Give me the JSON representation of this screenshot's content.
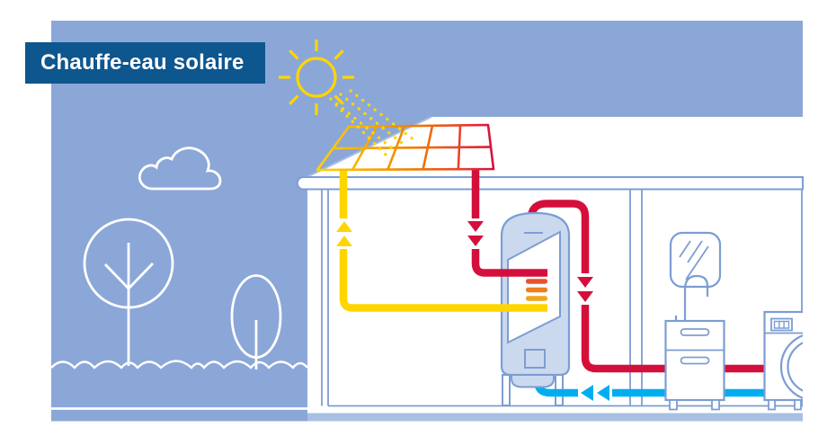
{
  "banner": {
    "label": "Chauffe-eau solaire"
  },
  "colors": {
    "banner_bg": "#0E568E",
    "banner_text": "#FFFFFF",
    "sky": "#8BA7D8",
    "outline": "#7D9DD2",
    "outline_light": "#A9BFE3",
    "scenery_line": "#FFFFFF",
    "sun_yellow": "#FFD500",
    "solar_cold_pipe": "#FFD500",
    "solar_hot_pipe": "#D50F3C",
    "hot_water_pipe": "#D50F3C",
    "cold_water_pipe": "#00AEEF",
    "tank_fill": "#CBD9EF",
    "tank_window": "#FFFFFF",
    "slab": "#A9BFE3",
    "exchanger_bars": [
      "#D50F3C",
      "#E8542B",
      "#F07D1E",
      "#F2A41C",
      "#FFD500"
    ],
    "panel_gradient": [
      "#FFD500",
      "#F7A600",
      "#EF7D00",
      "#E8452B",
      "#D50F3C"
    ]
  },
  "scene": {
    "icons": {
      "sun": "sun-icon",
      "cloud": "cloud-icon",
      "round_tree": "round-tree-icon",
      "oval_tree": "oval-tree-icon",
      "solar_panel": "solar-thermal-panel",
      "water_tank": "hot-water-tank",
      "mirror": "bathroom-mirror",
      "sink": "sink-cabinet-with-faucet",
      "washing_machine": "washing-machine"
    },
    "flows": [
      {
        "name": "solar-loop-cold",
        "color": "#FFD500",
        "direction": "up-to-panel",
        "arrows": 2
      },
      {
        "name": "solar-loop-hot",
        "color": "#D50F3C",
        "direction": "down-to-tank",
        "arrows": 2
      },
      {
        "name": "hot-water-out",
        "color": "#D50F3C",
        "direction": "down-to-bathroom",
        "arrows": 2
      },
      {
        "name": "cold-water-in",
        "color": "#00AEEF",
        "direction": "left-into-tank",
        "arrows": 2
      }
    ]
  }
}
